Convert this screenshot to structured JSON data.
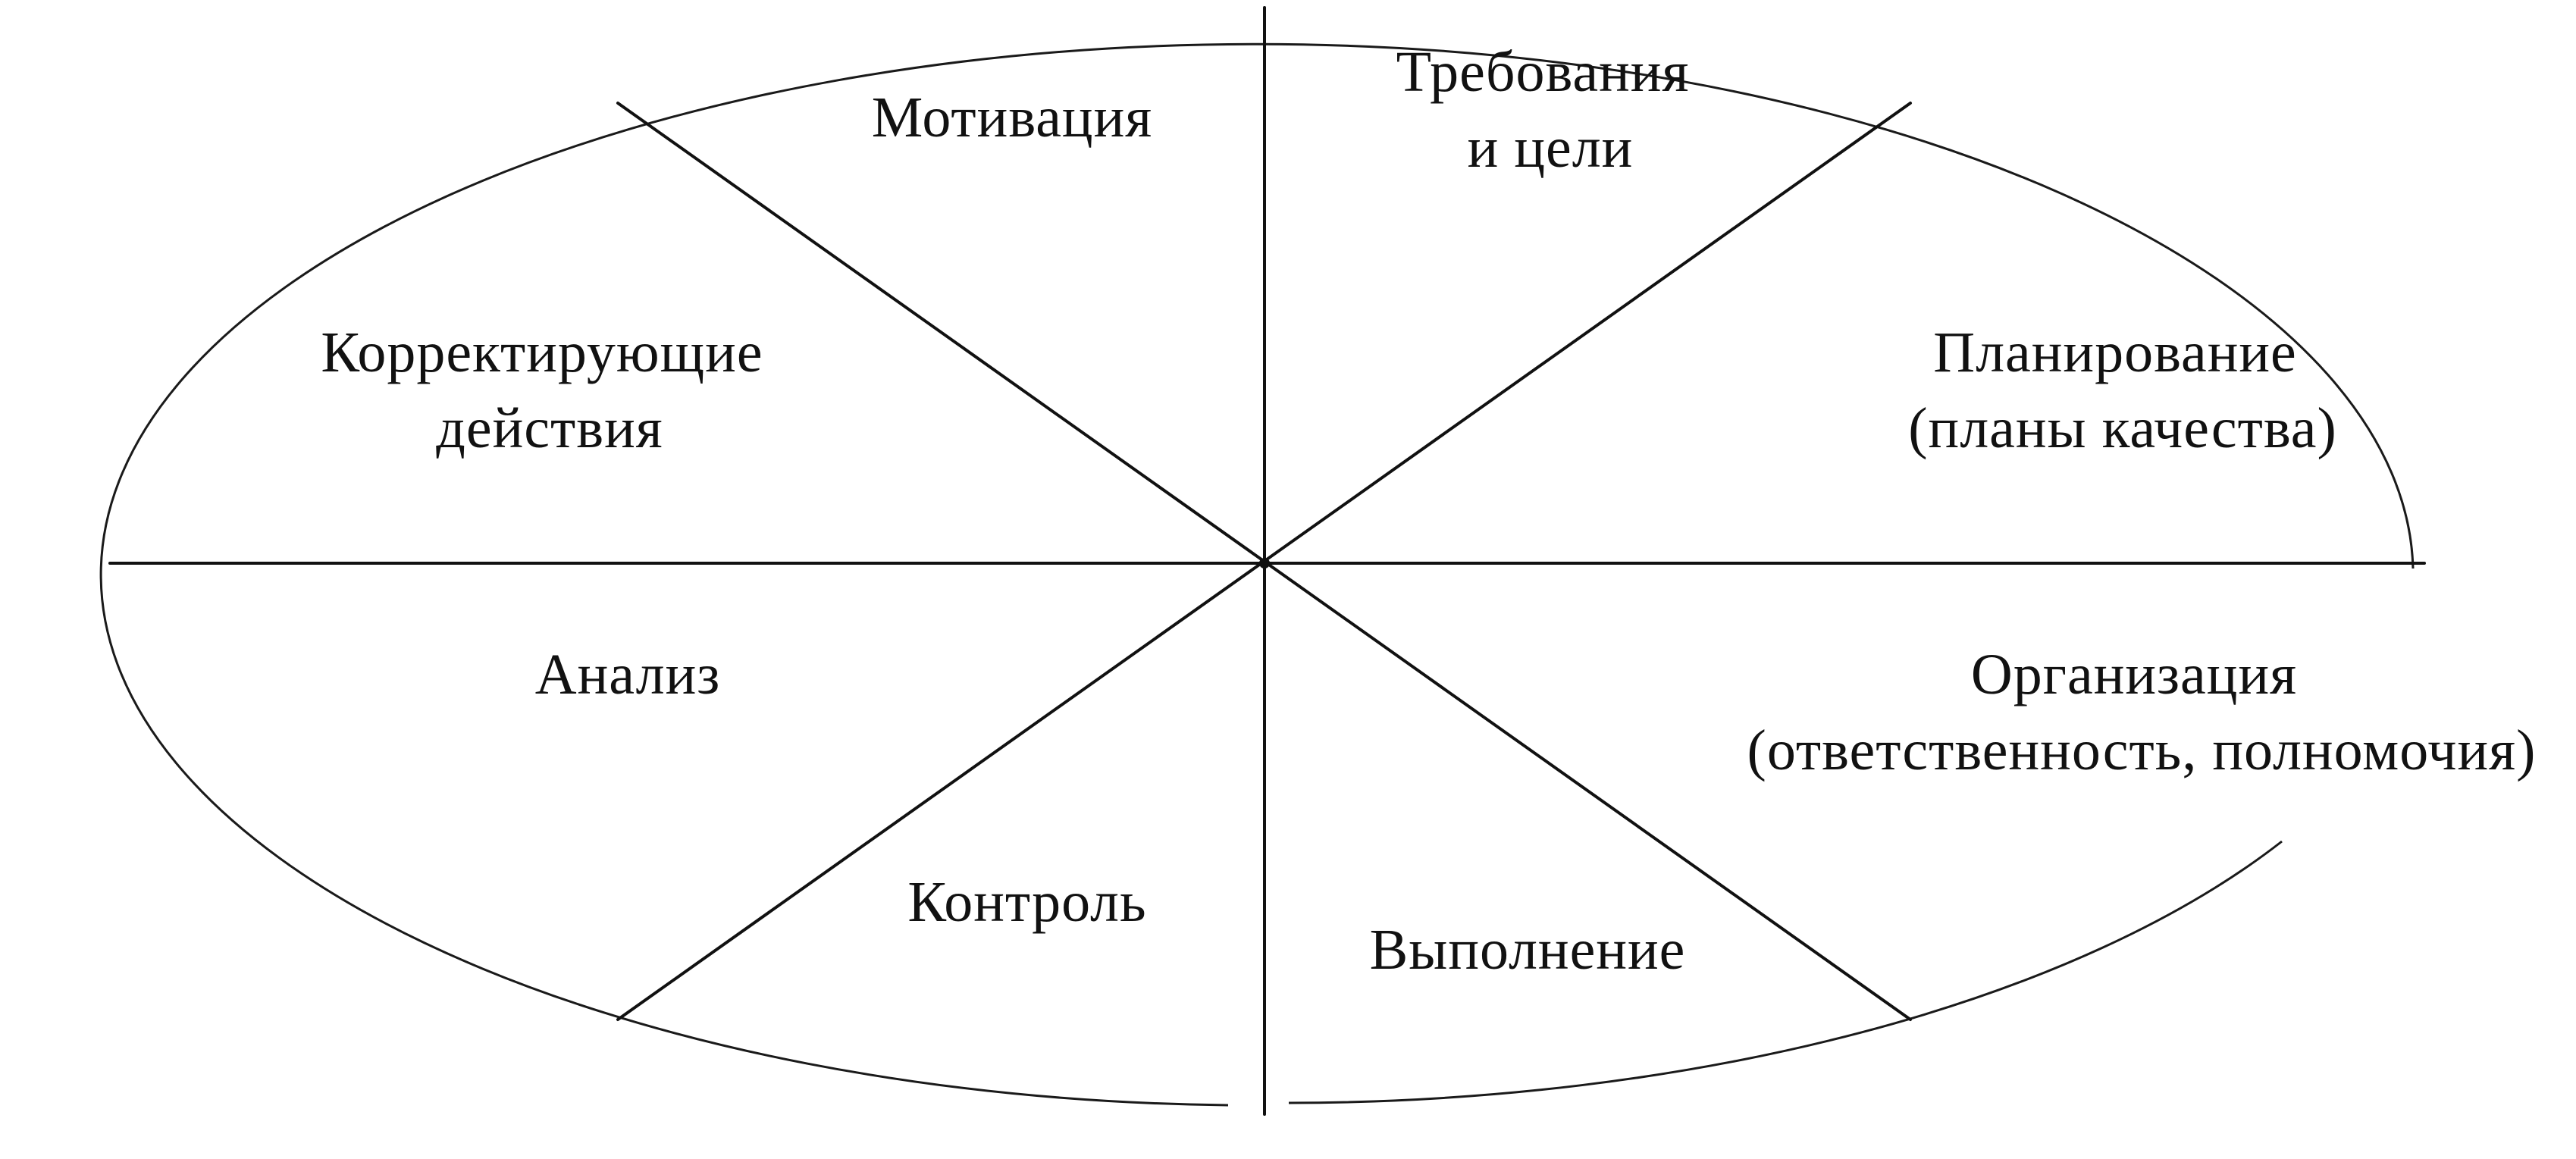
{
  "diagram": {
    "sectors": [
      {
        "id": "motivation",
        "lines": [
          "Мотивация"
        ]
      },
      {
        "id": "requirements",
        "lines": [
          "Требования",
          "и цели"
        ]
      },
      {
        "id": "planning",
        "lines": [
          "Планирование",
          "(планы качества)"
        ]
      },
      {
        "id": "organization",
        "lines": [
          "Организация",
          "(ответственность, полномочия)"
        ]
      },
      {
        "id": "execution",
        "lines": [
          "Выполнение"
        ]
      },
      {
        "id": "control",
        "lines": [
          "Контроль"
        ]
      },
      {
        "id": "analysis",
        "lines": [
          "Анализ"
        ]
      },
      {
        "id": "corrective",
        "lines": [
          "Корректирующие",
          "действия"
        ]
      }
    ],
    "colors": {
      "stroke": "#111111",
      "background": "#ffffff"
    }
  }
}
